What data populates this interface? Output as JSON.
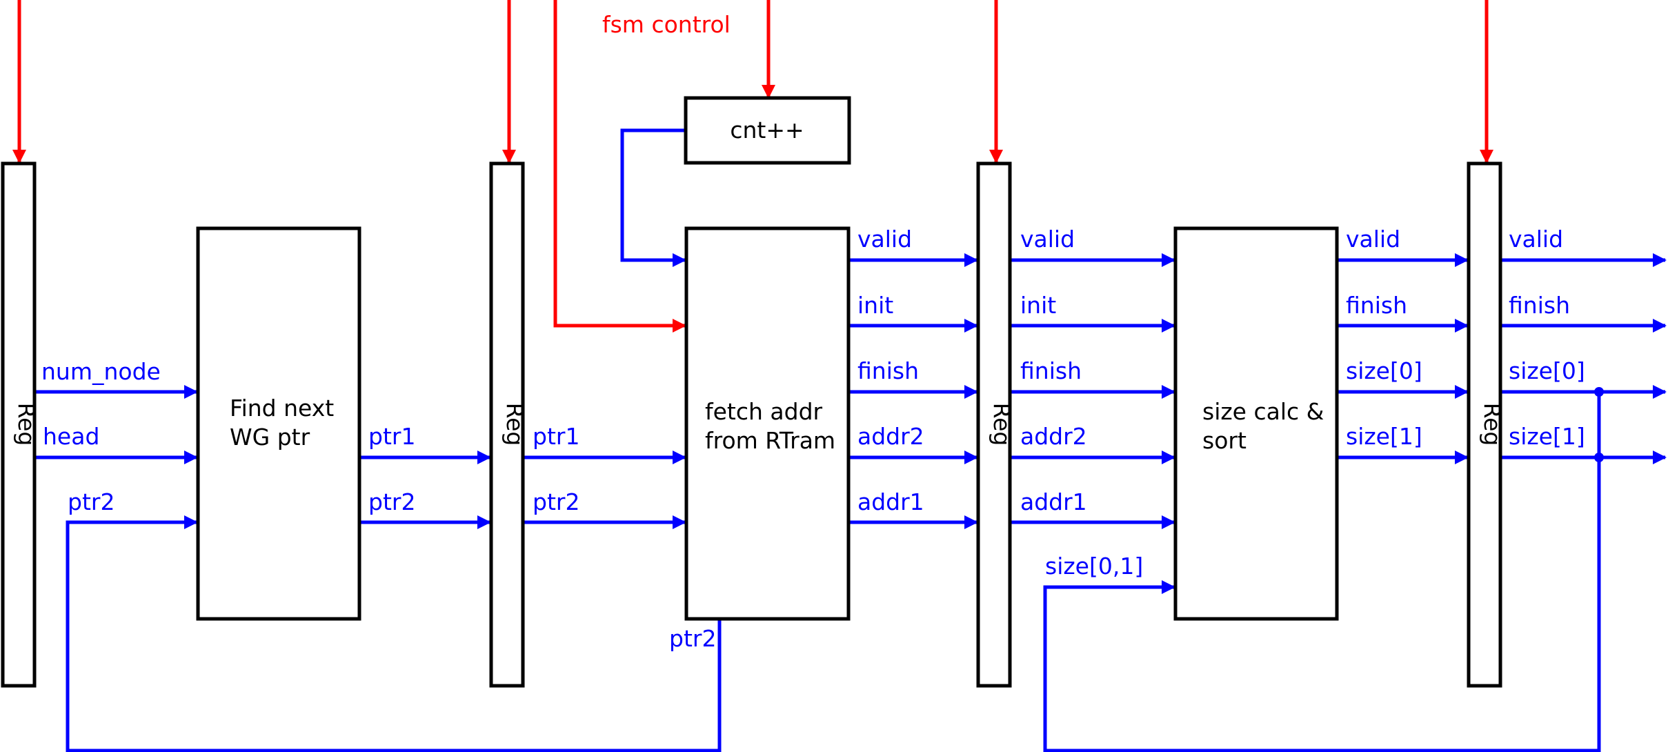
{
  "colors": {
    "signal": "#0000ff",
    "control": "#ff0000",
    "block": "#000000"
  },
  "control": {
    "label": "fsm control"
  },
  "registers": {
    "label": "Reg"
  },
  "blocks": {
    "cnt": {
      "label": "cnt++"
    },
    "find": {
      "line1": "Find next",
      "line2": "WG ptr"
    },
    "fetch": {
      "line1": "fetch addr",
      "line2": "from RTram"
    },
    "size": {
      "line1": "size calc &",
      "line2": "sort"
    }
  },
  "signals": {
    "reg1_out": [
      "num_node",
      "head",
      "ptr2"
    ],
    "find_out": [
      "ptr1",
      "ptr2"
    ],
    "reg2_out": [
      "ptr1",
      "ptr2"
    ],
    "fetch_out": [
      "valid",
      "init",
      "finish",
      "addr2",
      "addr1"
    ],
    "fetch_feedback": "ptr2",
    "reg3_out": [
      "valid",
      "init",
      "finish",
      "addr2",
      "addr1"
    ],
    "size_feedback": "size[0,1]",
    "size_out": [
      "valid",
      "finish",
      "size[0]",
      "size[1]"
    ],
    "reg4_out": [
      "valid",
      "finish",
      "size[0]",
      "size[1]"
    ]
  }
}
